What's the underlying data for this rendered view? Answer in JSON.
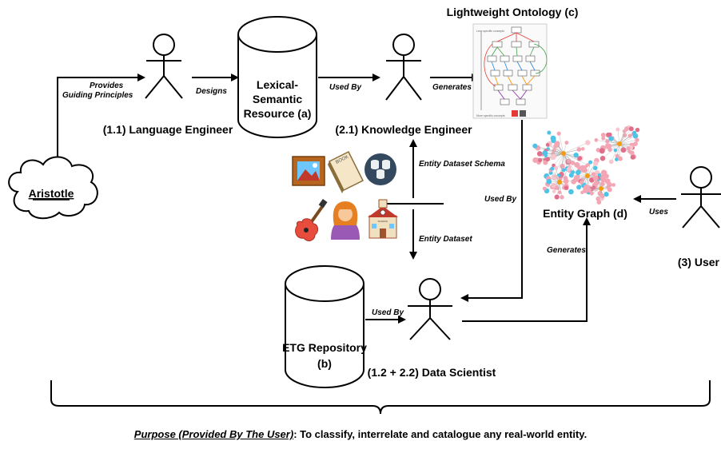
{
  "actors": {
    "language_engineer": "(1.1) Language Engineer",
    "knowledge_engineer": "(2.1) Knowledge Engineer",
    "data_scientist": "(1.2 + 2.2) Data Scientist",
    "user": "(3) User"
  },
  "stores": {
    "lexical_line1": "Lexical-",
    "lexical_line2": "Semantic",
    "lexical_line3": "Resource (a)",
    "etg_line1": "ETG Repository",
    "etg_line2": "(b)"
  },
  "aristotle": "Aristotle",
  "ontology_title": "Lightweight Ontology (c)",
  "ontology_small": [
    "Less specific concepts",
    "More specific concepts"
  ],
  "entity_graph": "Entity Graph (d)",
  "edges": {
    "provides_1": "Provides",
    "provides_2": "Guiding Principles",
    "designs": "Designs",
    "used_by_1": "Used By",
    "generates_1": "Generates",
    "schema": "Entity Dataset Schema",
    "dataset": "Entity Dataset",
    "used_by_2": "Used By",
    "used_by_3": "Used By",
    "generates_2": "Generates",
    "uses": "Uses"
  },
  "icons": [
    "picture-icon",
    "book-icon",
    "database-icon",
    "guitar-icon",
    "person-icon",
    "school-icon"
  ],
  "icon_text": {
    "book": "BOOK",
    "school": "SCHOOL"
  },
  "purpose": {
    "label": "Purpose (Provided By The User)",
    "text": ": To classify, interrelate and catalogue any real-world entity."
  }
}
